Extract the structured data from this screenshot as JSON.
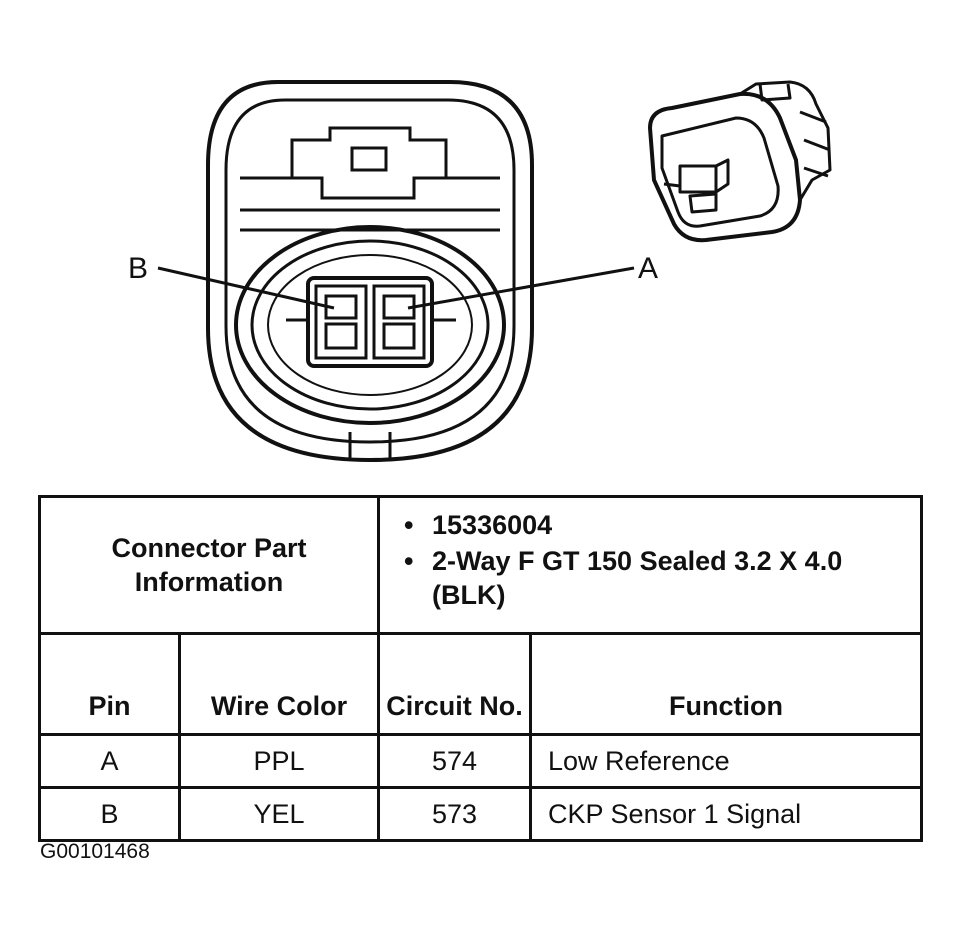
{
  "pins": {
    "left_label": "B",
    "right_label": "A"
  },
  "connector_info": {
    "title": "Connector Part Information",
    "bullets": [
      "15336004",
      "2-Way F GT 150 Sealed 3.2 X 4.0 (BLK)"
    ]
  },
  "table": {
    "headers": {
      "pin": "Pin",
      "wire_color": "Wire Color",
      "circuit": "Circuit No.",
      "function": "Function"
    },
    "rows": [
      {
        "pin": "A",
        "wire_color": "PPL",
        "circuit": "574",
        "function": "Low Reference"
      },
      {
        "pin": "B",
        "wire_color": "YEL",
        "circuit": "573",
        "function": "CKP Sensor 1 Signal"
      }
    ]
  },
  "figure_id": "G00101468"
}
